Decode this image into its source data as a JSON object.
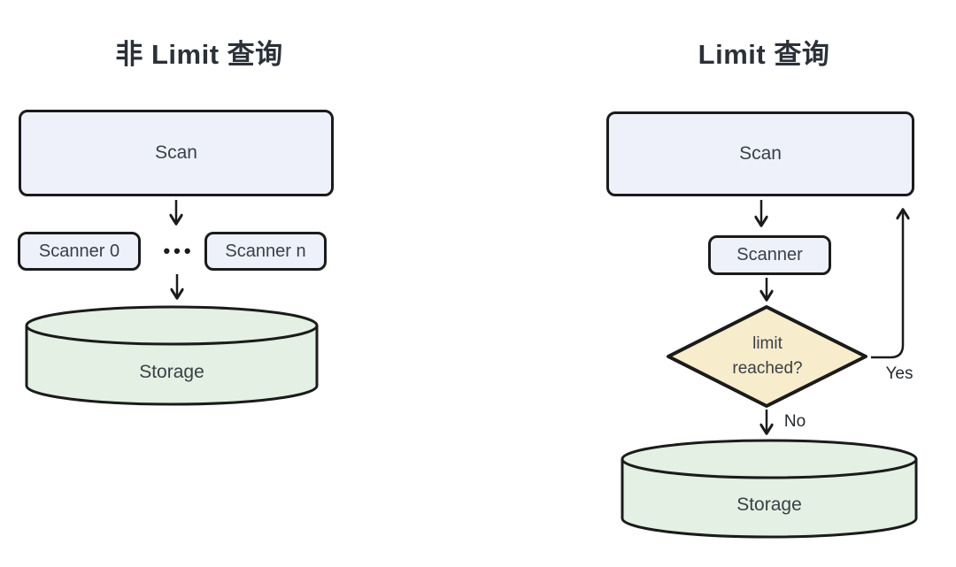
{
  "colors": {
    "node_fill": "#eef1fa",
    "storage_fill": "#e3f0e3",
    "decision_fill": "#f7eccb",
    "stroke": "#1b1b1b",
    "node_text": "#3a4047",
    "title_text": "#2c3037",
    "edge_label_text": "#26292e",
    "canvas_bg": "#ffffff"
  },
  "left": {
    "title": "非 Limit 查询",
    "scan_label": "Scan",
    "scanner0_label": "Scanner 0",
    "dots": "•••",
    "scanner_n_label": "Scanner n",
    "storage_label": "Storage"
  },
  "right": {
    "title": "Limit 查询",
    "scan_label": "Scan",
    "scanner_label": "Scanner",
    "decision_line1": "limit",
    "decision_line2": "reached?",
    "no_label": "No",
    "yes_label": "Yes",
    "storage_label": "Storage"
  }
}
